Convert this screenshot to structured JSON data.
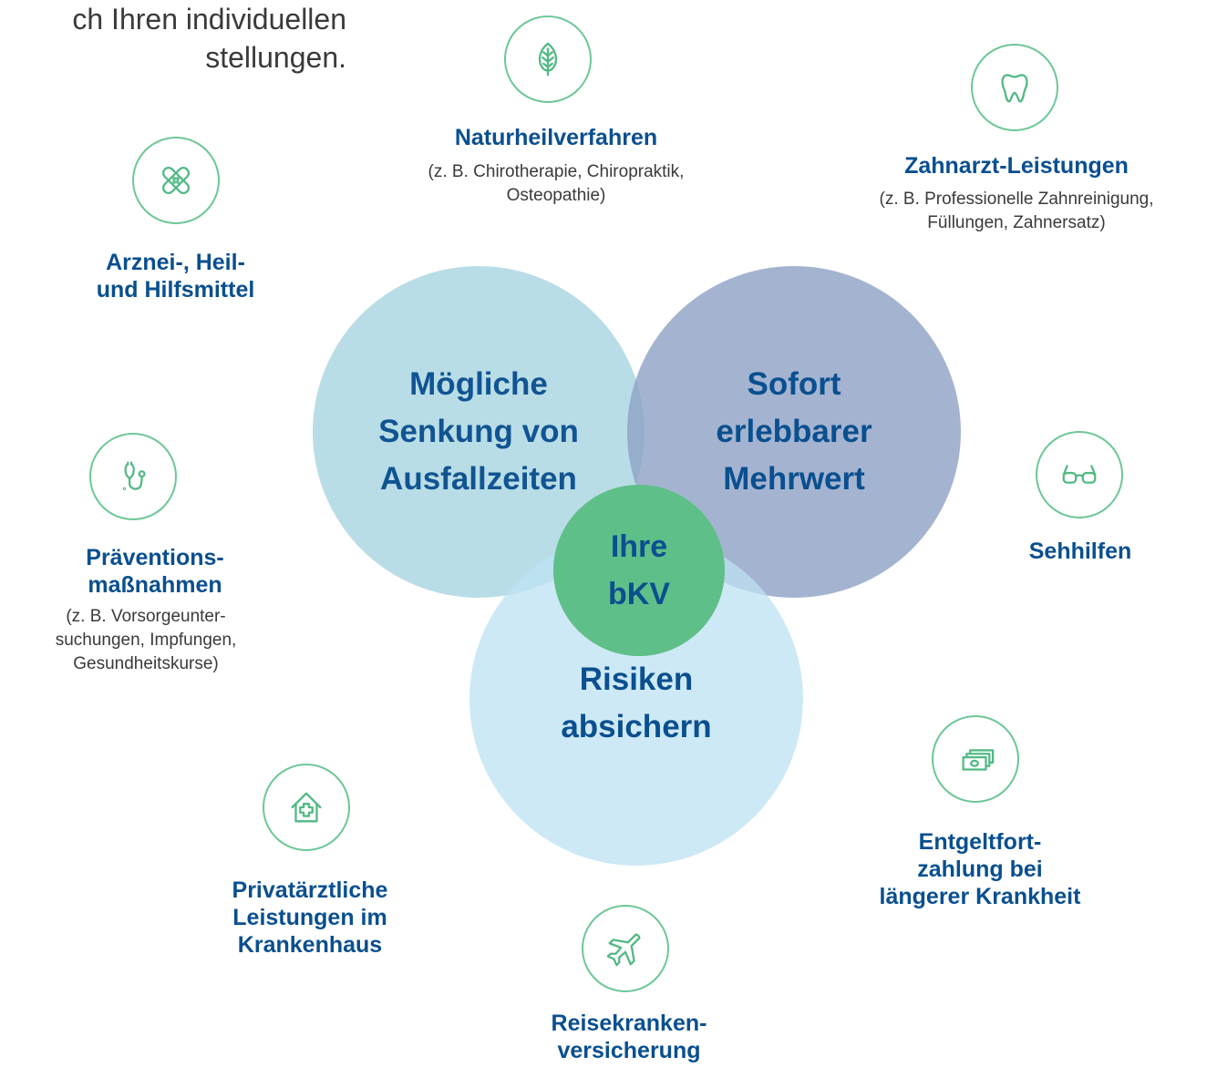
{
  "intro_text": "ch Ihren individuellen\nstellungen.",
  "center": {
    "circle_left": "Mögliche\nSenkung von\nAusfallzeiten",
    "circle_right": "Sofort\nerlebbarer\nMehrwert",
    "circle_bottom": "Risiken\nabsichern",
    "core": "Ihre\nbKV"
  },
  "benefits": {
    "natur": {
      "title": "Naturheilverfahren",
      "detail": "(z. B. Chirotherapie, Chiropraktik,\nOsteopathie)",
      "icon": "leaf-icon"
    },
    "zahn": {
      "title": "Zahnarzt-Leistungen",
      "detail": "(z. B. Professionelle Zahnreinigung,\nFüllungen, Zahnersatz)",
      "icon": "tooth-icon"
    },
    "arznei": {
      "title": "Arznei-, Heil-\nund Hilfsmittel",
      "icon": "bandage-icon"
    },
    "praev": {
      "title": "Präventions-\nmaßnahmen",
      "detail": "(z. B. Vorsorgeunter-\nsuchungen, Impfungen,\nGesundheitskurse)",
      "icon": "stethoscope-icon"
    },
    "seh": {
      "title": "Sehhilfen",
      "icon": "glasses-icon"
    },
    "entgelt": {
      "title": "Entgeltfort-\nzahlung bei\nlängerer Krankheit",
      "icon": "money-icon"
    },
    "privat": {
      "title": "Privatärztliche\nLeistungen im\nKrankenhaus",
      "icon": "hospital-icon"
    },
    "reise": {
      "title": "Reisekranken-\nversicherung",
      "icon": "airplane-icon"
    }
  },
  "colors": {
    "title_blue": "#0a4f8f",
    "icon_green": "#53b985",
    "circle_blue": "#b7dce6",
    "circle_gray": "#8da1c4",
    "circle_light": "#bde1f3",
    "core_green": "#5fbf88"
  }
}
